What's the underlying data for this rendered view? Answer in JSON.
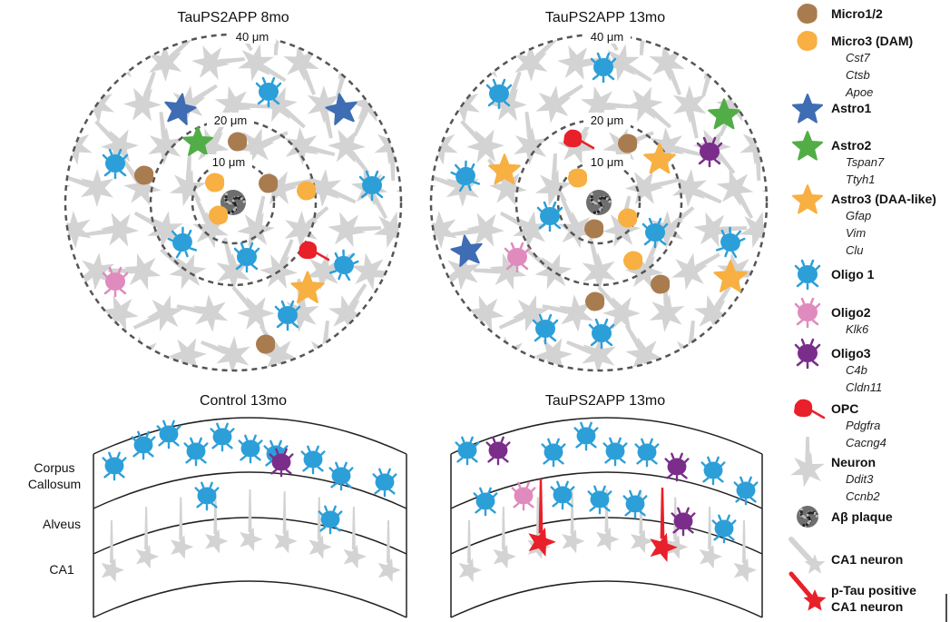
{
  "panels": {
    "top_left_title": "TauPS2APP 8mo",
    "top_right_title": "TauPS2APP 13mo",
    "bottom_left_title": "Control 13mo",
    "bottom_right_title": "TauPS2APP 13mo"
  },
  "rings": {
    "outer": "40 μm",
    "middle": "20 μm",
    "inner": "10 μm"
  },
  "regions": {
    "corpus_line1": "Corpus",
    "corpus_line2": "Callosum",
    "alveus": "Alveus",
    "ca1": "CA1"
  },
  "legend": [
    {
      "name": "Micro1/2",
      "genes": [],
      "color": "#a97c50",
      "icon": "microglia-icon"
    },
    {
      "name": "Micro3 (DAM)",
      "genes": [
        "Cst7",
        "Ctsb",
        "Apoe"
      ],
      "color": "#f7b041",
      "icon": "microglia-icon"
    },
    {
      "name": "Astro1",
      "genes": [],
      "color": "#3f6db3",
      "icon": "astrocyte-icon"
    },
    {
      "name": "Astro2",
      "genes": [
        "Tspan7",
        "Ttyh1"
      ],
      "color": "#52ad47",
      "icon": "astrocyte-icon"
    },
    {
      "name": "Astro3 (DAA-like)",
      "genes": [
        "Gfap",
        "Vim",
        "Clu"
      ],
      "color": "#f7b041",
      "icon": "astrocyte-icon"
    },
    {
      "name": "Oligo 1",
      "genes": [],
      "color": "#2c9fd9",
      "icon": "oligodendrocyte-icon"
    },
    {
      "name": "Oligo2",
      "genes": [
        "Klk6"
      ],
      "color": "#e08bbe",
      "icon": "oligodendrocyte-icon"
    },
    {
      "name": "Oligo3",
      "genes": [
        "C4b",
        "Cldn11"
      ],
      "color": "#7b2d8b",
      "icon": "oligodendrocyte-icon"
    },
    {
      "name": "OPC",
      "genes": [
        "Pdgfra",
        "Cacng4"
      ],
      "color": "#e8202a",
      "icon": "opc-icon"
    },
    {
      "name": "Neuron",
      "genes": [
        "Ddit3",
        "Ccnb2"
      ],
      "color": "#d3d3d3",
      "icon": "neuron-icon"
    },
    {
      "name": "Aβ plaque",
      "genes": [],
      "color": "#555555",
      "icon": "plaque-icon"
    },
    {
      "name": "CA1 neuron",
      "genes": [],
      "color": "#d3d3d3",
      "icon": "ca1-neuron-icon"
    },
    {
      "name": "p-Tau positive",
      "genes": [
        "CA1 neuron"
      ],
      "color": "#e8202a",
      "icon": "ptau-neuron-icon"
    }
  ],
  "colors": {
    "micro12": "#a97c50",
    "micro3": "#f7b041",
    "astro1": "#3f6db3",
    "astro2": "#52ad47",
    "astro3": "#f7b041",
    "oligo1": "#2c9fd9",
    "oligo2": "#e08bbe",
    "oligo3": "#7b2d8b",
    "opc": "#e8202a",
    "neuron": "#d3d3d3",
    "plaque": "#555555",
    "ptau": "#e8202a"
  }
}
